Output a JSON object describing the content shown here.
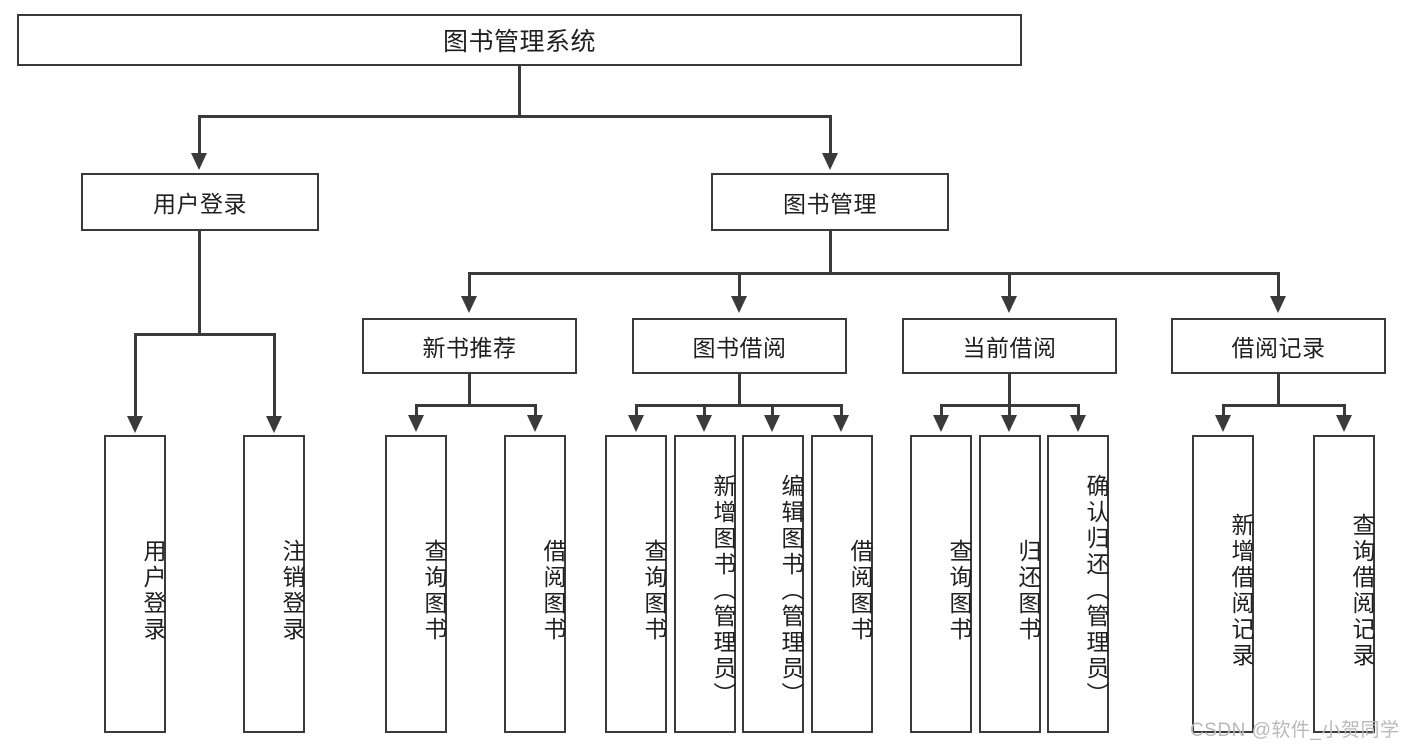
{
  "diagram": {
    "title": "图书管理系统",
    "type": "功能结构图",
    "watermark": "CSDN @软件_小贺同学",
    "colors": {
      "stroke": "#3a3a3a",
      "fill": "#ffffff",
      "text": "#1f1f1f",
      "watermark": "#b9b9b9"
    }
  },
  "nodes": {
    "root": {
      "label": "图书管理系统"
    },
    "level2": [
      {
        "id": "user-login",
        "label": "用户登录"
      },
      {
        "id": "book-manage",
        "label": "图书管理"
      }
    ],
    "level3": [
      {
        "id": "new-book-recommend",
        "label": "新书推荐"
      },
      {
        "id": "book-borrow",
        "label": "图书借阅"
      },
      {
        "id": "current-borrow",
        "label": "当前借阅"
      },
      {
        "id": "borrow-record",
        "label": "借阅记录"
      }
    ],
    "leaves": [
      {
        "id": "leaf-user-login",
        "parent": "user-login",
        "label": "用户登录"
      },
      {
        "id": "leaf-logout",
        "parent": "user-login",
        "label": "注销登录"
      },
      {
        "id": "leaf-query-book-1",
        "parent": "new-book-recommend",
        "label": "查询图书"
      },
      {
        "id": "leaf-borrow-book-1",
        "parent": "new-book-recommend",
        "label": "借阅图书"
      },
      {
        "id": "leaf-query-book-2",
        "parent": "book-borrow",
        "label": "查询图书"
      },
      {
        "id": "leaf-add-book",
        "parent": "book-borrow",
        "label": "新增图书（管理员）"
      },
      {
        "id": "leaf-edit-book",
        "parent": "book-borrow",
        "label": "编辑图书（管理员）"
      },
      {
        "id": "leaf-borrow-book-2",
        "parent": "book-borrow",
        "label": "借阅图书"
      },
      {
        "id": "leaf-query-book-3",
        "parent": "current-borrow",
        "label": "查询图书"
      },
      {
        "id": "leaf-return-book",
        "parent": "current-borrow",
        "label": "归还图书"
      },
      {
        "id": "leaf-confirm-return",
        "parent": "current-borrow",
        "label": "确认归还（管理员）"
      },
      {
        "id": "leaf-add-record",
        "parent": "borrow-record",
        "label": "新增借阅记录"
      },
      {
        "id": "leaf-query-record",
        "parent": "borrow-record",
        "label": "查询借阅记录"
      }
    ]
  }
}
